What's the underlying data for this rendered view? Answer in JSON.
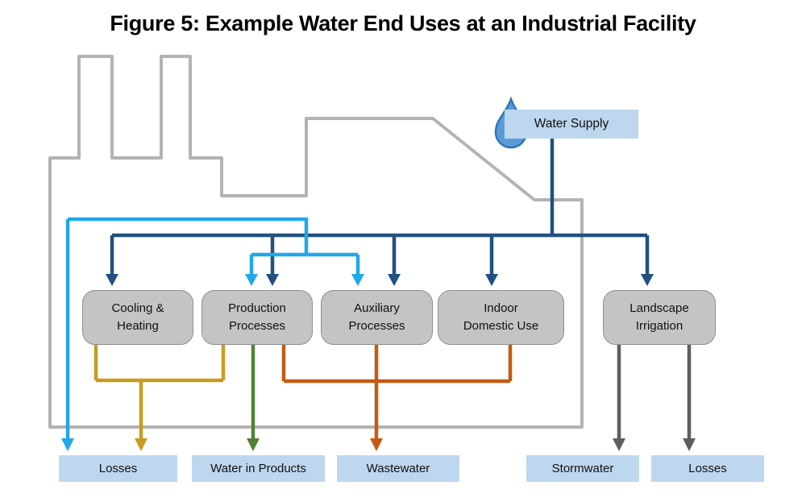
{
  "title": "Figure 5: Example Water End Uses at an Industrial Facility",
  "water_supply": {
    "label": "Water Supply",
    "icon": "water-drop-icon"
  },
  "end_uses": [
    {
      "id": "cooling-heating",
      "label": "Cooling &\nHeating"
    },
    {
      "id": "production-processes",
      "label": "Production\nProcesses"
    },
    {
      "id": "auxiliary-processes",
      "label": "Auxiliary\nProcesses"
    },
    {
      "id": "indoor-domestic-use",
      "label": "Indoor\nDomestic Use"
    },
    {
      "id": "landscape-irrigation",
      "label": "Landscape\nIrrigation"
    }
  ],
  "outputs": [
    {
      "id": "losses-left",
      "label": "Losses"
    },
    {
      "id": "water-in-products",
      "label": "Water in Products"
    },
    {
      "id": "wastewater",
      "label": "Wastewater"
    },
    {
      "id": "stormwater",
      "label": "Stormwater"
    },
    {
      "id": "losses-right",
      "label": "Losses"
    }
  ],
  "edges": [
    {
      "color": "navy",
      "from": "water-supply",
      "to": [
        "cooling-heating",
        "production-processes",
        "auxiliary-processes",
        "indoor-domestic-use",
        "landscape-irrigation"
      ]
    },
    {
      "color": "cyan",
      "from": "recirculated-water",
      "to": [
        "losses-left",
        "production-processes",
        "auxiliary-processes"
      ]
    },
    {
      "color": "gold",
      "from": [
        "cooling-heating",
        "production-processes"
      ],
      "to": [
        "losses-left"
      ]
    },
    {
      "color": "green",
      "from": [
        "production-processes"
      ],
      "to": [
        "water-in-products"
      ]
    },
    {
      "color": "orange",
      "from": [
        "production-processes",
        "auxiliary-processes",
        "indoor-domestic-use"
      ],
      "to": [
        "wastewater"
      ]
    },
    {
      "color": "gray",
      "from": [
        "landscape-irrigation"
      ],
      "to": [
        "stormwater",
        "losses-right"
      ]
    }
  ],
  "colors": {
    "navy": "#215081",
    "cyan": "#20A8E8",
    "gold": "#C79C21",
    "green": "#538135",
    "orange": "#C55A11",
    "gray_arrow": "#5E5E5E",
    "factory_outline": "#B3B3B3",
    "end_use_box_fill": "#C4C4C4",
    "label_box_fill": "#BDD7EE",
    "drop_fill": "#5B9BD5",
    "drop_stroke": "#2E75B6",
    "title_text": "#000000"
  }
}
